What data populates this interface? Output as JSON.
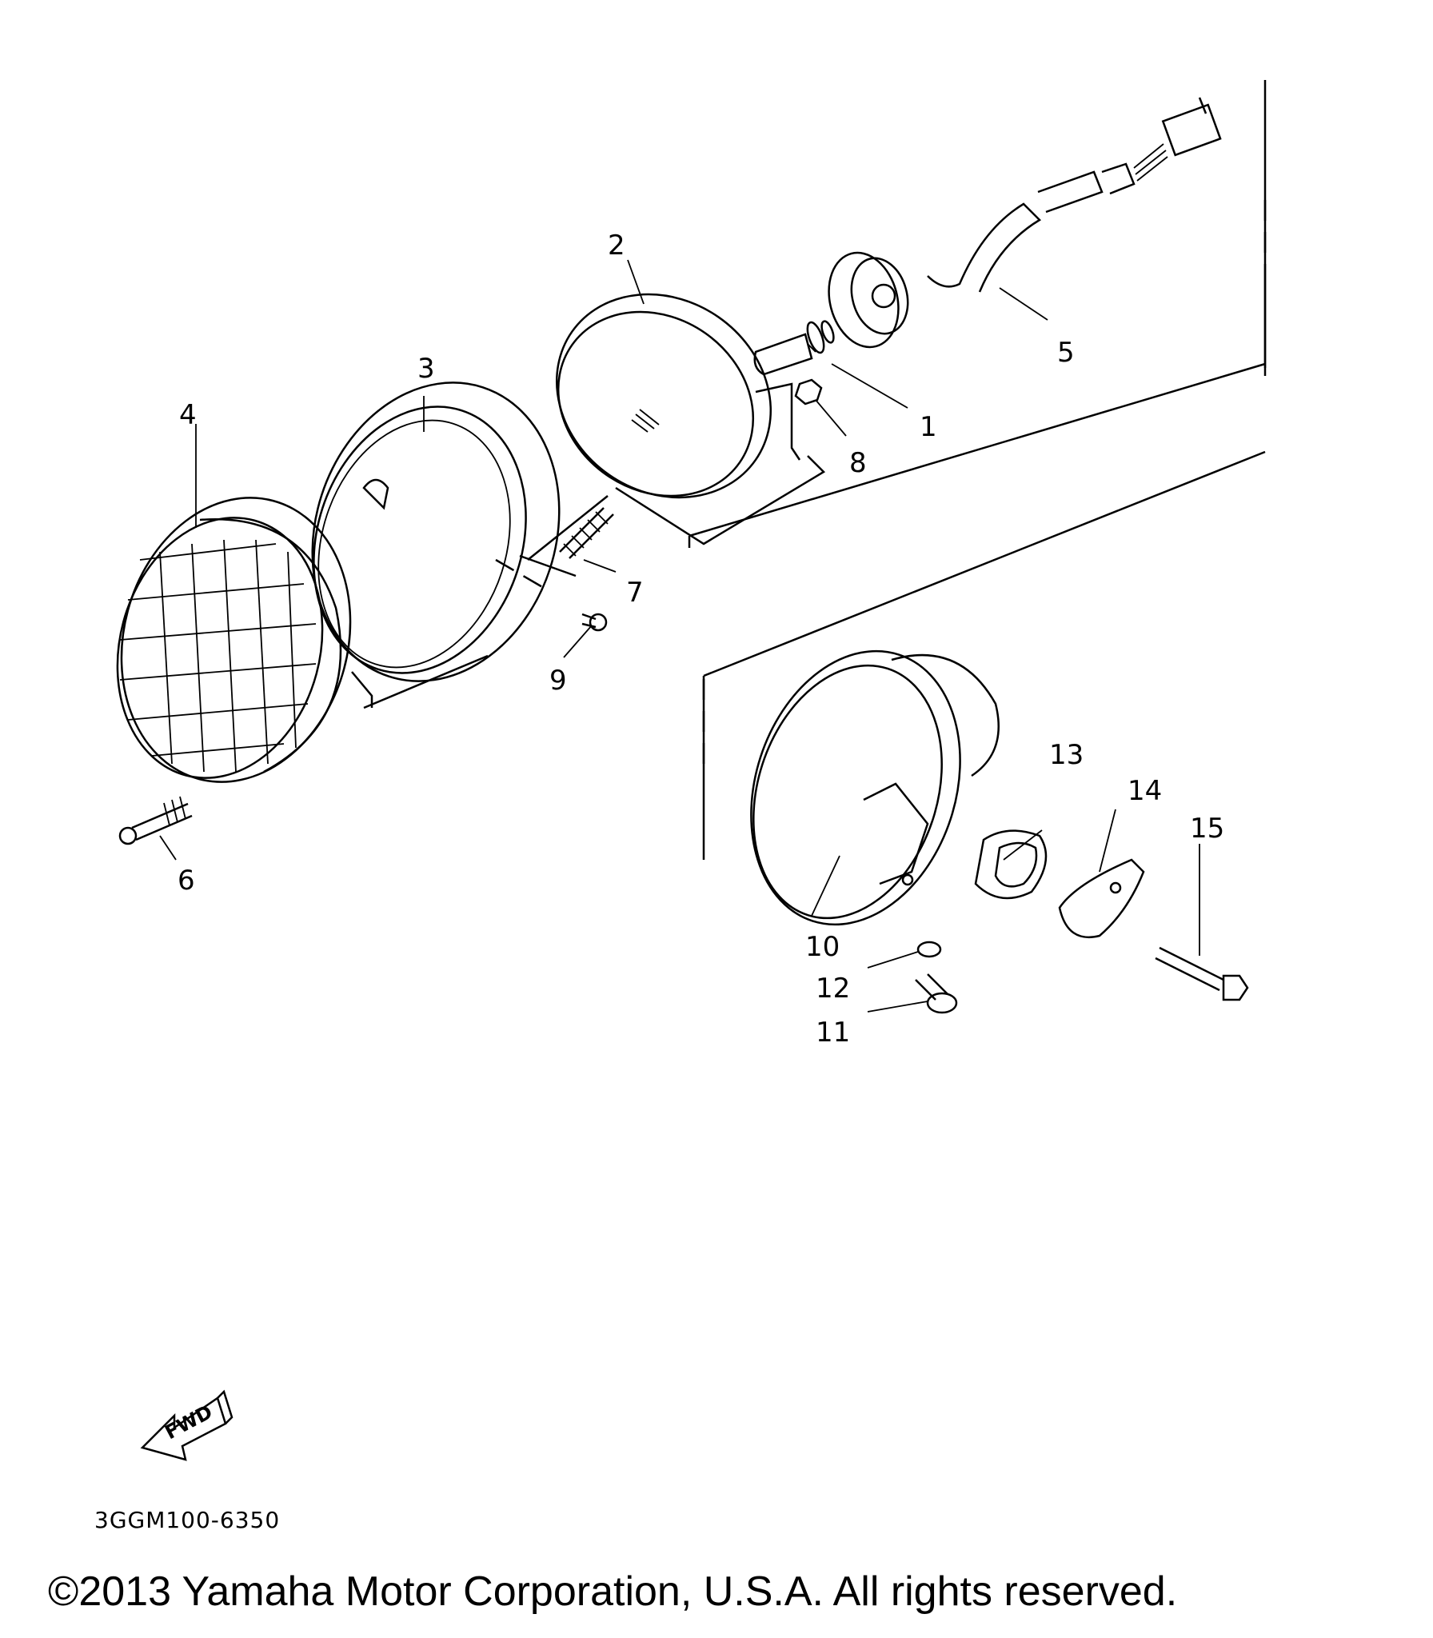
{
  "diagram_code": "3GGM100-6350",
  "fwd_label": "FWD",
  "copyright": "©2013 Yamaha Motor Corporation, U.S.A. All rights reserved.",
  "callouts": {
    "c1": "1",
    "c2": "2",
    "c3": "3",
    "c4": "4",
    "c5": "5",
    "c6": "6",
    "c7": "7",
    "c8": "8",
    "c9": "9",
    "c10": "10",
    "c11": "11",
    "c12": "12",
    "c13": "13",
    "c14": "14",
    "c15": "15"
  }
}
